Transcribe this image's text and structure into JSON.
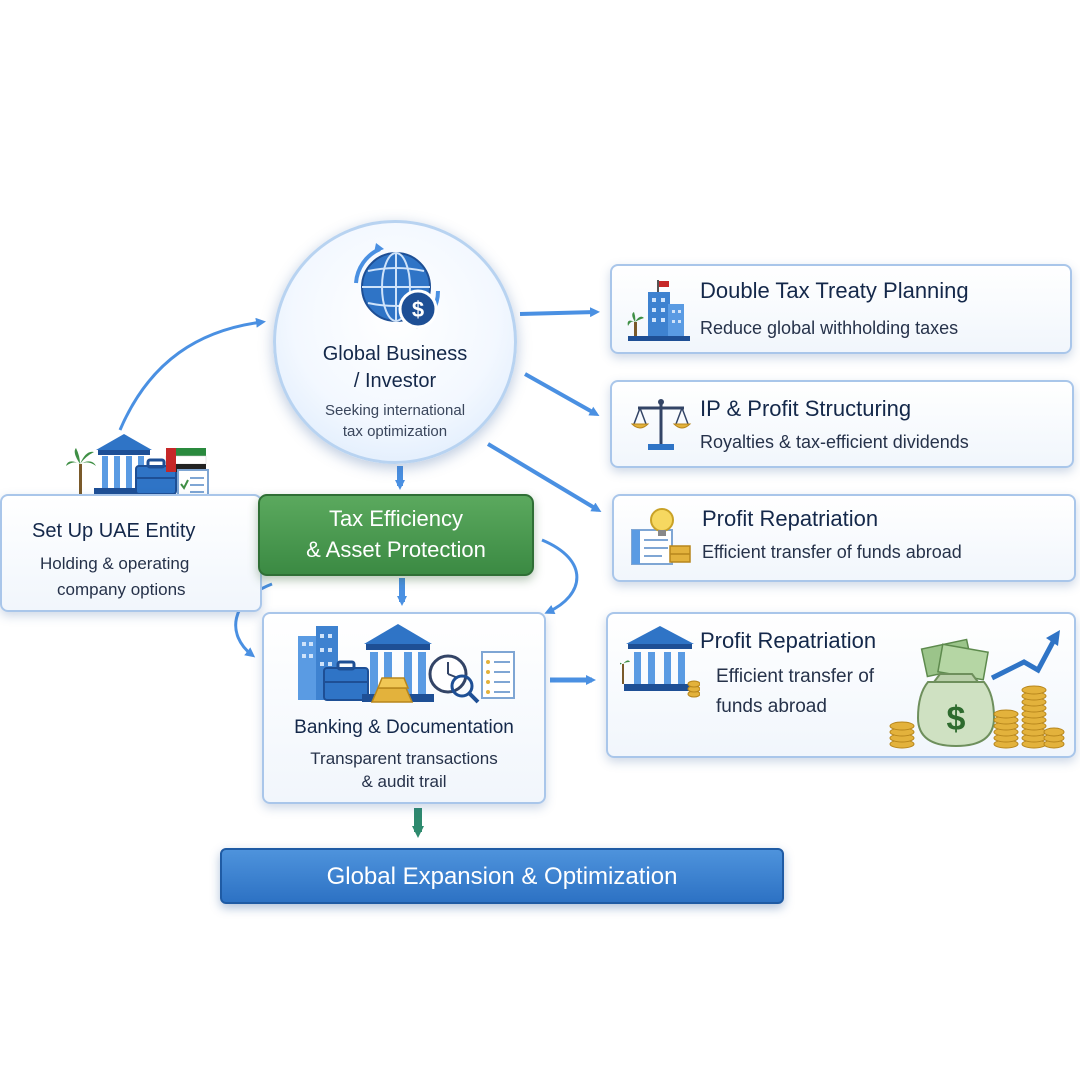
{
  "center": {
    "title_line1": "Global Business",
    "title_line2": "/ Investor",
    "desc_line1": "Seeking international",
    "desc_line2": "tax optimization",
    "icon": "globe-dollar-icon"
  },
  "setup": {
    "title": "Set Up UAE Entity",
    "desc_line1": "Holding & operating",
    "desc_line2": "company options",
    "icons": [
      "bank-building-icon",
      "briefcase-icon",
      "uae-flag-icon",
      "checklist-icon",
      "palm-tree-icon"
    ]
  },
  "tax_efficiency": {
    "line1": "Tax Efficiency",
    "line2": "& Asset Protection",
    "color": "#3f8f45"
  },
  "banking": {
    "title": "Banking & Documentation",
    "desc_line1": "Transparent transactions",
    "desc_line2": "& audit trail",
    "icons": [
      "office-towers-icon",
      "briefcase-icon",
      "bank-building-icon",
      "gold-bars-icon",
      "clock-icon",
      "magnifier-icon",
      "checklist-icon"
    ]
  },
  "right_cards": [
    {
      "title": "Double Tax Treaty Planning",
      "desc": "Reduce global withholding taxes",
      "icon": "skyscraper-flag-icon"
    },
    {
      "title": "IP & Profit Structuring",
      "desc": "Royalties & tax-efficient dividends",
      "icon": "scales-icon"
    },
    {
      "title": "Profit Repatriation",
      "desc": "Efficient transfer of funds abroad",
      "icon": "lightbulb-document-icon"
    },
    {
      "title": "Profit Repatriation",
      "desc_line1": "Efficient transfer of",
      "desc_line2": "funds abroad",
      "icon": "money-bag-coins-icon"
    }
  ],
  "bottom": {
    "label": "Global Expansion & Optimization",
    "color": "#2f74c6"
  },
  "colors": {
    "arrow_blue": "#4a90e2",
    "arrow_green": "#2e8a6e",
    "border_blue": "#a9c6ea",
    "text_navy": "#14284a"
  }
}
